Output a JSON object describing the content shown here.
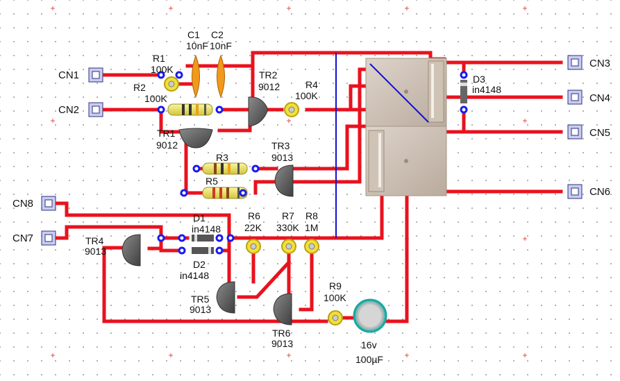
{
  "connectors": {
    "cn1": "CN1",
    "cn2": "CN2",
    "cn3": "CN3",
    "cn4": "CN4",
    "cn5": "CN5",
    "cn6": "CN6",
    "cn7": "CN7",
    "cn8": "CN8"
  },
  "capacitors": {
    "c1_ref": "C1",
    "c1_val": "10nF",
    "c2_ref": "C2",
    "c2_val": "10nF",
    "elec_v": "16v",
    "elec_val": "100µF"
  },
  "resistors": {
    "r1_ref": "R1",
    "r1_val": "100K",
    "r2_ref": "R2",
    "r2_val": "100K",
    "r3_ref": "R3",
    "r4_ref": "R4",
    "r4_val": "100K",
    "r5_ref": "R5",
    "r6_ref": "R6",
    "r6_val": "22K",
    "r7_ref": "R7",
    "r7_val": "330K",
    "r8_ref": "R8",
    "r8_val": "1M",
    "r9_ref": "R9",
    "r9_val": "100K"
  },
  "transistors": {
    "tr1_ref": "TR1",
    "tr1_val": "9012",
    "tr2_ref": "TR2",
    "tr2_val": "9012",
    "tr3_ref": "TR3",
    "tr3_val": "9013",
    "tr4_ref": "TR4",
    "tr4_val": "9013",
    "tr5_ref": "TR5",
    "tr5_val": "9013",
    "tr6_ref": "TR6",
    "tr6_val": "9013"
  },
  "diodes": {
    "d1_ref": "D1",
    "d1_val": "in4148",
    "d2_ref": "D2",
    "d2_val": "in4148",
    "d3_ref": "D3",
    "d3_val": "in4148"
  },
  "colors": {
    "trace": "#e8121e",
    "jumper": "#1010d0",
    "pad": "#1a1aee",
    "transistor": "#5b5b5b",
    "relay": "#d2c6bb"
  }
}
